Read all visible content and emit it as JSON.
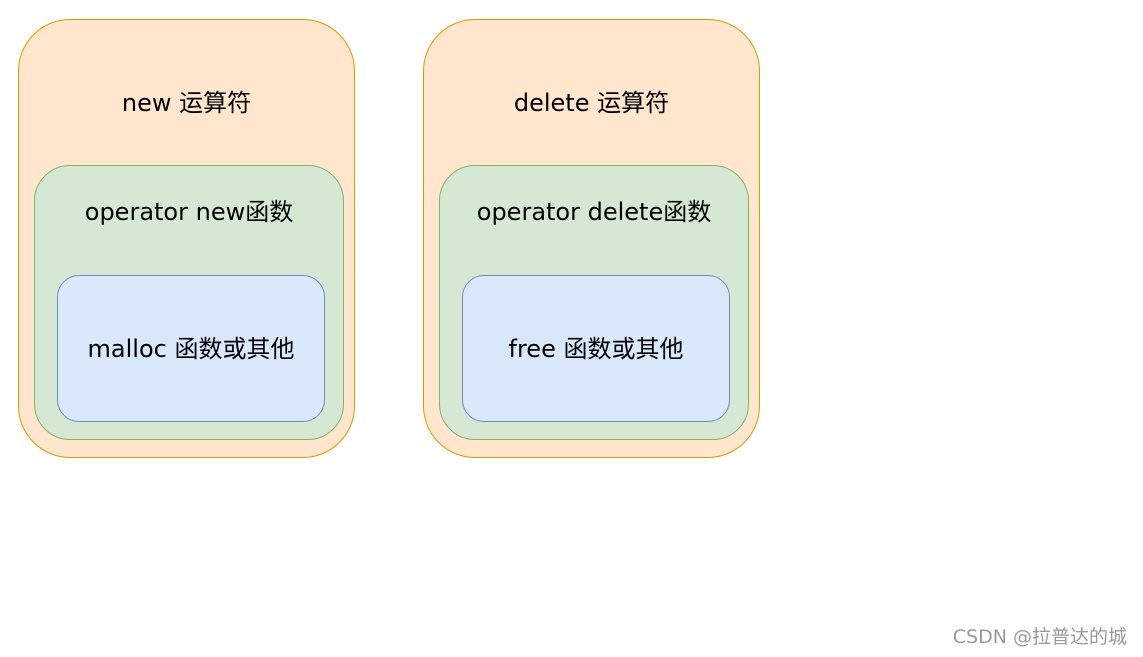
{
  "diagrams": [
    {
      "outer_label": "new 运算符",
      "middle_label": "operator new函数",
      "inner_label": "malloc 函数或其他"
    },
    {
      "outer_label": "delete 运算符",
      "middle_label": "operator delete函数",
      "inner_label": "free 函数或其他"
    }
  ],
  "watermark": "CSDN @拉普达的城",
  "colors": {
    "outer_fill": "#ffe6cc",
    "outer_stroke": "#d79b00",
    "middle_fill": "#d5e8d4",
    "middle_stroke": "#82b366",
    "inner_fill": "#dae8fc",
    "inner_stroke": "#6c8ebf"
  }
}
